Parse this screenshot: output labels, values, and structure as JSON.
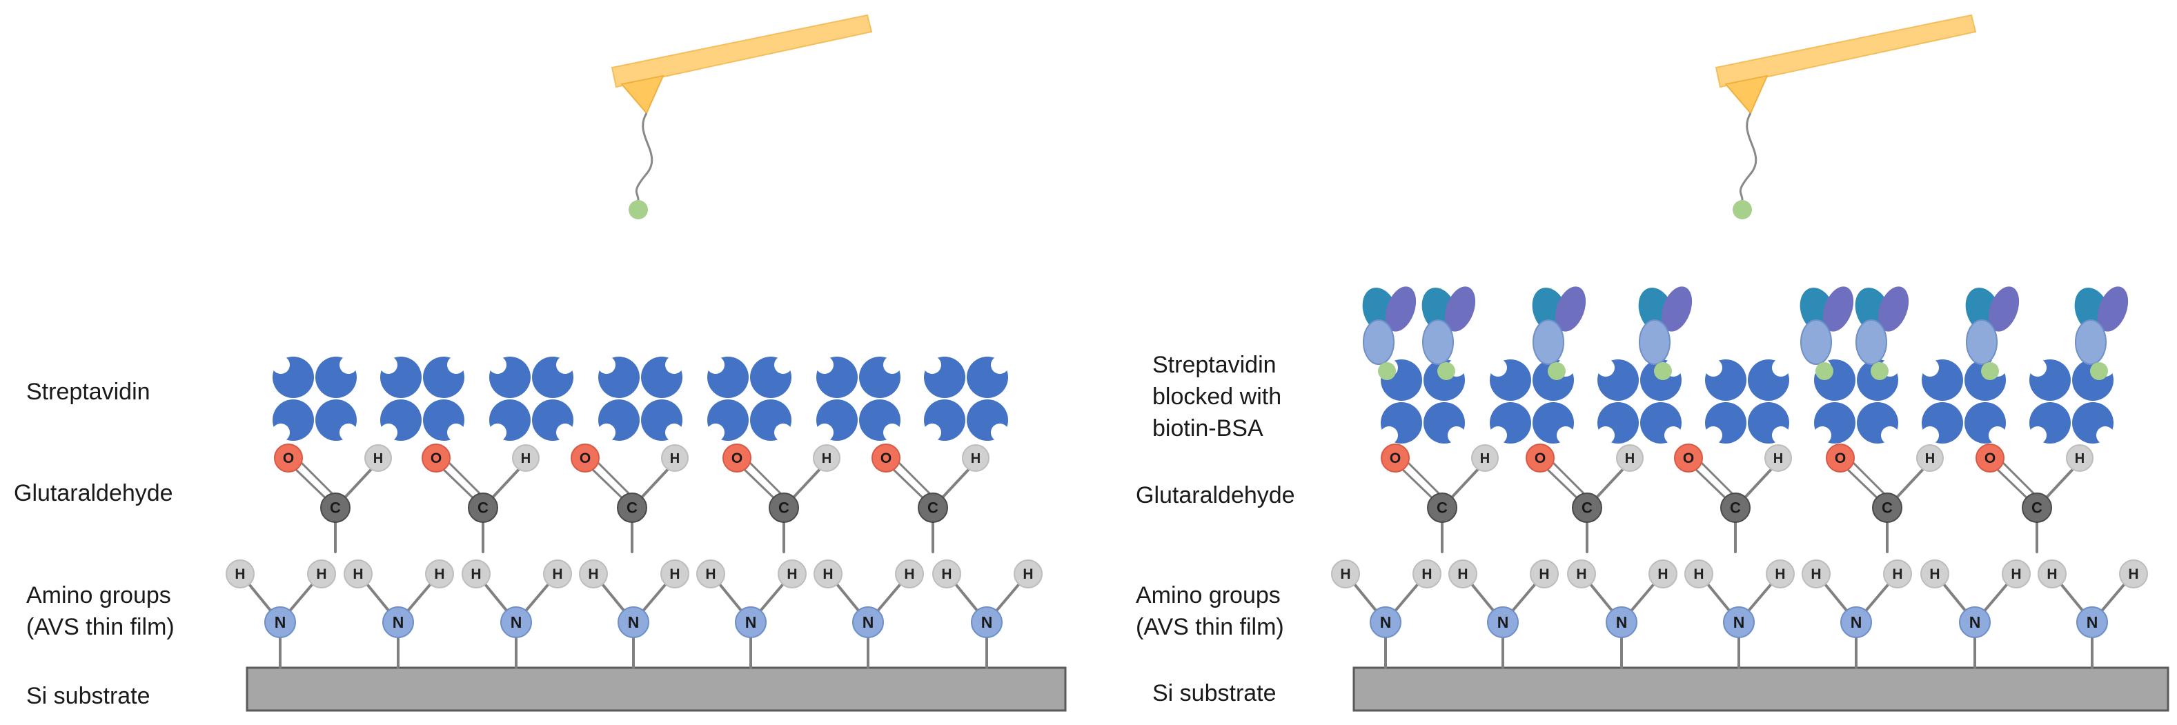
{
  "panels": [
    {
      "id": "left",
      "labels": {
        "streptavidin": [
          "Streptavidin"
        ],
        "glutaraldehyde": [
          "Glutaraldehyde"
        ],
        "amino": [
          "Amino groups",
          "(AVS thin film)"
        ],
        "substrate": [
          "Si substrate"
        ]
      },
      "streptavidin_blocked": false
    },
    {
      "id": "right",
      "labels": {
        "streptavidin": [
          "Streptavidin",
          "blocked with",
          "biotin-BSA"
        ],
        "glutaraldehyde": [
          "Glutaraldehyde"
        ],
        "amino": [
          "Amino groups",
          "(AVS thin film)"
        ],
        "substrate": [
          "Si substrate"
        ]
      },
      "streptavidin_blocked": true
    }
  ],
  "atoms": {
    "oxygen": "O",
    "carbon": "C",
    "hydrogen": "H",
    "nitrogen": "N"
  },
  "colors": {
    "cantilever": "#FFD27F",
    "biotin_tip": "#A8D08D",
    "streptavidin": "#4472C4",
    "oxygen": "#F0705A",
    "carbon": "#6E6E6E",
    "hydrogen": "#D0D0D0",
    "nitrogen": "#8FAADC",
    "substrate": "#A6A6A6",
    "bsa_teal": "#2E8BB5",
    "bsa_purple": "#6F6FC0",
    "bsa_light": "#8EAADB"
  }
}
